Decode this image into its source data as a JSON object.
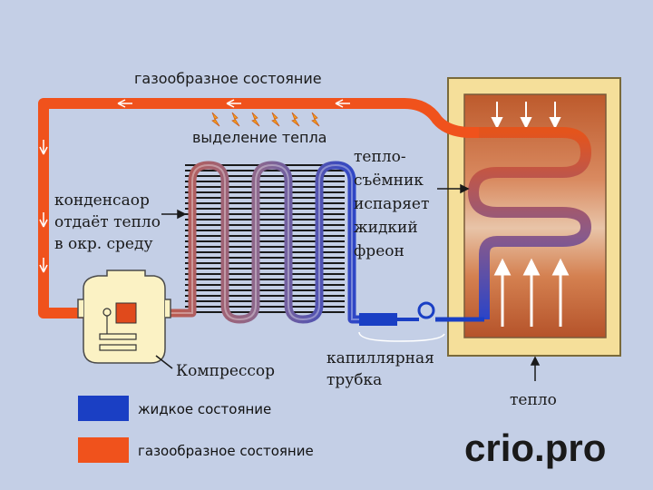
{
  "diagram": {
    "top_label": "газообразное состояние",
    "heat_release_label": "выделение тепла",
    "condenser_label": [
      "конденсаор",
      "отдаёт тепло",
      "в окр. среду"
    ],
    "evaporator_label": [
      "тепло-",
      "съёмник",
      "испаряет",
      "жидкий",
      "фреон"
    ],
    "capillary_label": [
      "капиллярная",
      "трубка"
    ],
    "compressor_label": "Компрессор",
    "heat_label": "тепло",
    "legend": [
      {
        "label": "жидкое состояние",
        "color": "#1a3fc4"
      },
      {
        "label": "газообразное состояние",
        "color": "#f0521c"
      }
    ],
    "brand": "crio.pro",
    "colors": {
      "background": "#c4cfe6",
      "gas_pipe": "#f0521c",
      "liquid_pipe": "#1a3fc4",
      "fridge_frame": "#f5df9a",
      "fridge_inner": "#c9602c"
    }
  }
}
